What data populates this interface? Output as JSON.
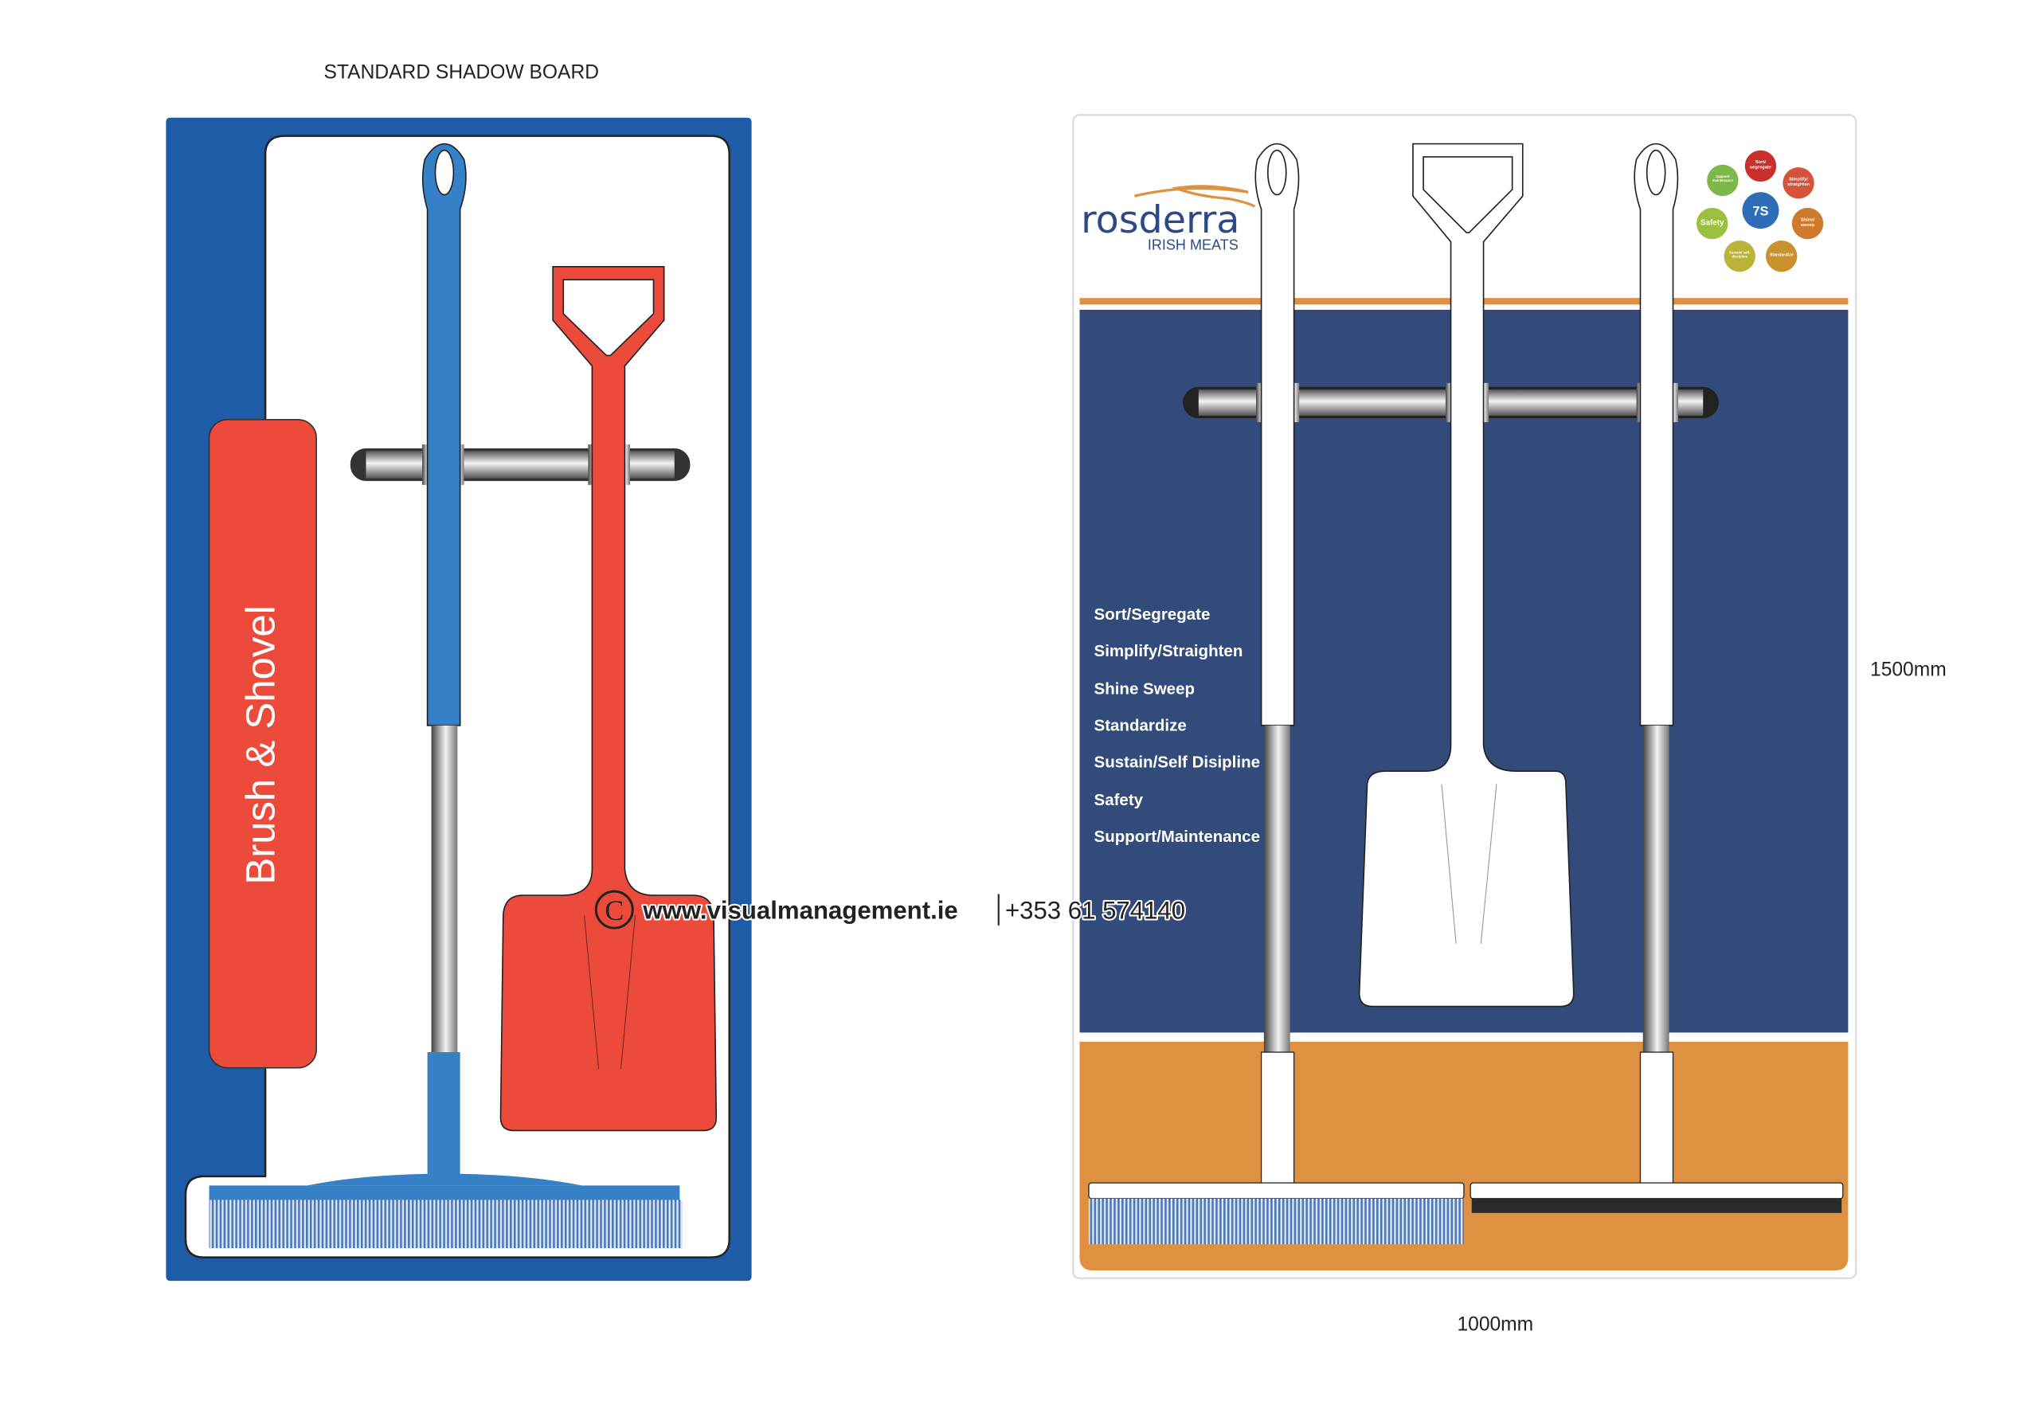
{
  "left_board": {
    "title": "STANDARD SHADOW BOARD",
    "side_label": "Brush & Shovel",
    "colors": {
      "board": "#1f5ca8",
      "label": "#ec4b3c",
      "brush": "#3580c6",
      "shovel": "#ec4b3c"
    }
  },
  "right_board": {
    "logo": {
      "name": "rosderra",
      "sub": "IRISH MEATS"
    },
    "seven_s": {
      "center": "7S",
      "items": [
        "Sort/ segregate",
        "Simplify/ straighten",
        "Shine/ sweep",
        "Standardize",
        "Sustain/ self-discipline",
        "Safety",
        "Support/ maintenance"
      ]
    },
    "list": [
      "Sort/Segregate",
      "Simplify/Straighten",
      "Shine Sweep",
      "Standardize",
      "Sustain/Self Disipline",
      "Safety",
      "Support/Maintenance"
    ],
    "height_label": "1500mm",
    "width_label": "1000mm",
    "colors": {
      "navy": "#324b7a",
      "orange": "#df9142"
    }
  },
  "watermark": {
    "copyright": "C",
    "url": "www.visualmanagement.ie",
    "phone": "+353 61 574140"
  }
}
